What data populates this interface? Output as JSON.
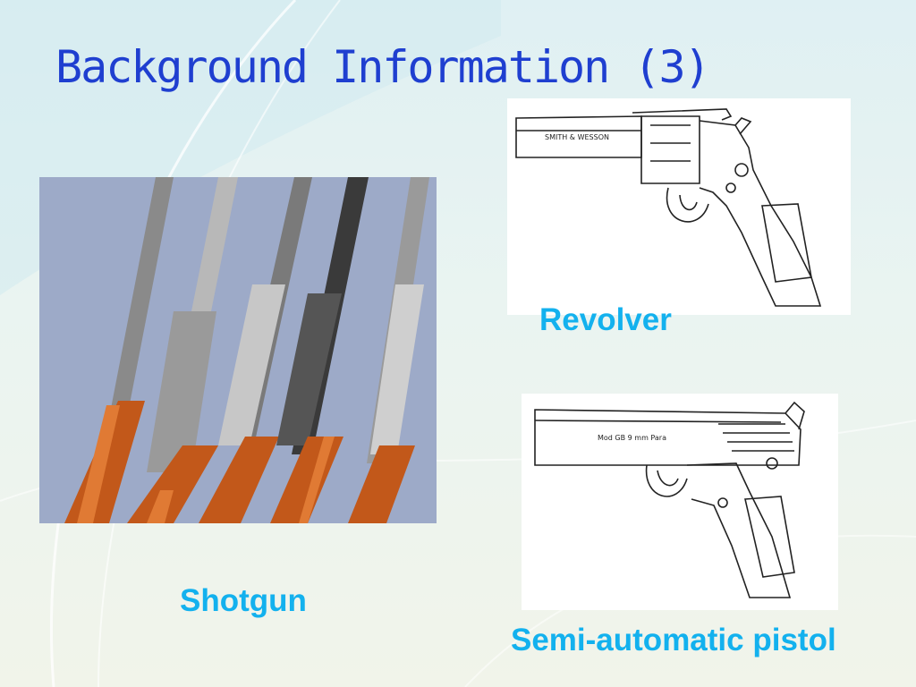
{
  "slide": {
    "title": "Background Information (3)"
  },
  "figures": {
    "shotgun": {
      "caption": "Shotgun"
    },
    "revolver": {
      "caption": "Revolver",
      "engraving": "SMITH & WESSON"
    },
    "pistol": {
      "caption": "Semi-automatic pistol",
      "engraving": "Mod GB 9 mm Para"
    }
  },
  "colors": {
    "title": "#1f3fd0",
    "caption": "#13b1ee",
    "stock": "#c2581a",
    "shotgun_bg": "#9daac8"
  }
}
